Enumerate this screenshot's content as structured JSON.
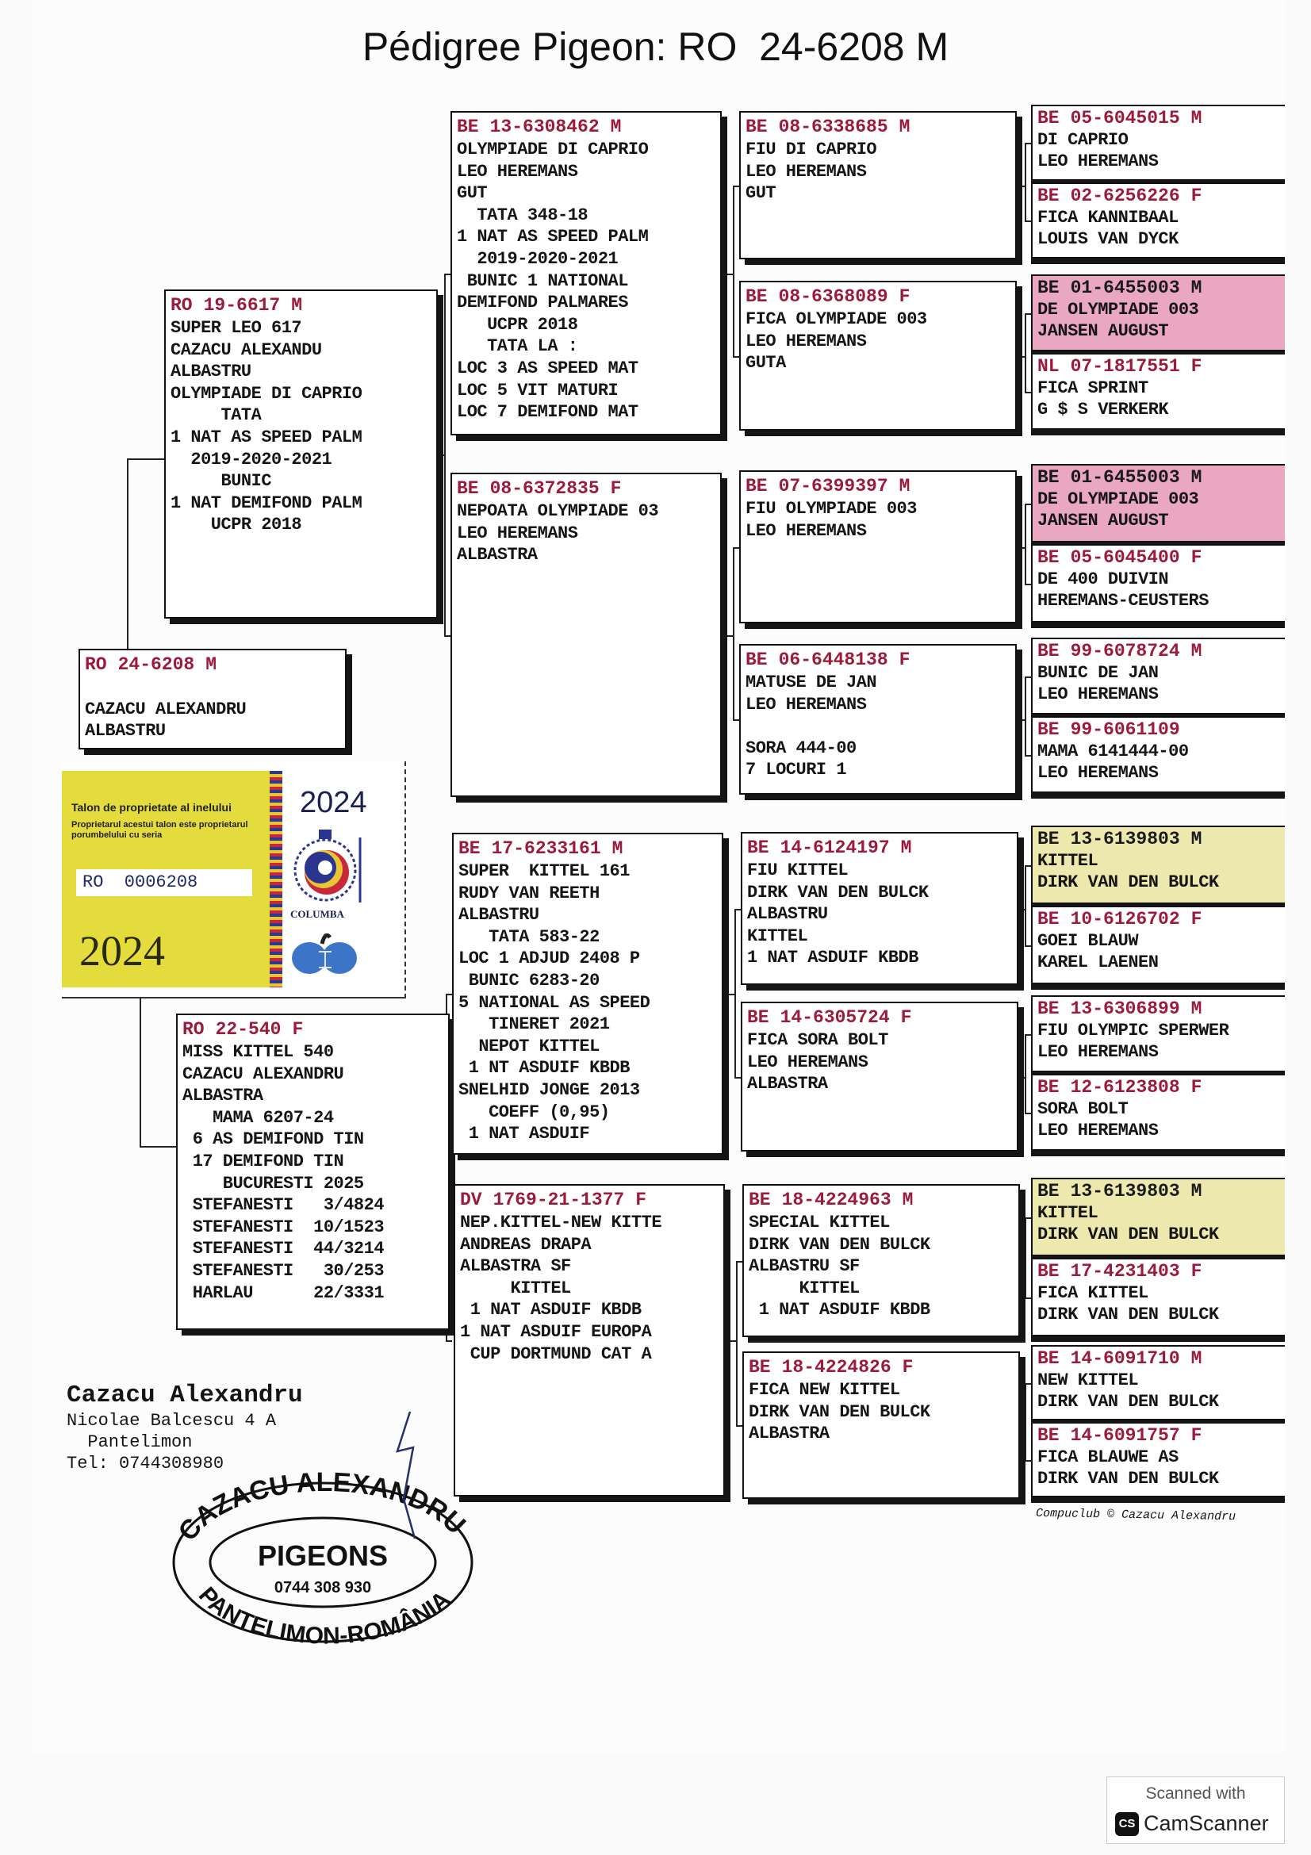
{
  "title": "Pédigree Pigeon: RO  24-6208 M",
  "pedigree": {
    "subject": {
      "country": "RO",
      "ring": "24-6208",
      "sex": "M",
      "lines": [
        "",
        "CAZACU ALEXANDRU",
        "ALBASTRU"
      ]
    },
    "sire": {
      "country": "RO",
      "ring": "19-6617",
      "sex": "M",
      "lines": [
        "SUPER LEO 617",
        "CAZACU ALEXANDU",
        "ALBASTRU",
        "OLYMPIADE DI CAPRIO",
        "     TATA",
        "1 NAT AS SPEED PALM",
        "  2019-2020-2021",
        "     BUNIC",
        "1 NAT DEMIFOND PALM",
        "    UCPR 2018"
      ]
    },
    "dam": {
      "country": "RO",
      "ring": "22-540",
      "sex": "F",
      "lines": [
        "MISS KITTEL 540",
        "CAZACU ALEXANDRU",
        "ALBASTRA",
        "   MAMA 6207-24",
        " 6 AS DEMIFOND TIN",
        " 17 DEMIFOND TIN",
        "    BUCURESTI 2025",
        " STEFANESTI   3/4824",
        " STEFANESTI  10/1523",
        " STEFANESTI  44/3214",
        " STEFANESTI   30/253",
        " HARLAU      22/3331"
      ]
    },
    "gen3": [
      {
        "country": "BE",
        "ring": "13-6308462",
        "sex": "M",
        "lines": [
          "OLYMPIADE DI CAPRIO",
          "LEO HEREMANS",
          "GUT",
          "  TATA 348-18",
          "1 NAT AS SPEED PALM",
          "  2019-2020-2021",
          " BUNIC 1 NATIONAL",
          "DEMIFOND PALMARES",
          "   UCPR 2018",
          "   TATA LA :",
          "LOC 3 AS SPEED MAT",
          "LOC 5 VIT MATURI",
          "LOC 7 DEMIFOND MAT"
        ]
      },
      {
        "country": "BE",
        "ring": "08-6372835",
        "sex": "F",
        "lines": [
          "NEPOATA OLYMPIADE 03",
          "LEO HEREMANS",
          "ALBASTRA"
        ]
      },
      {
        "country": "BE",
        "ring": "17-6233161",
        "sex": "M",
        "lines": [
          "SUPER  KITTEL 161",
          "RUDY VAN REETH",
          "ALBASTRU",
          "   TATA 583-22",
          "LOC 1 ADJUD 2408 P",
          " BUNIC 6283-20",
          "5 NATIONAL AS SPEED",
          "   TINERET 2021",
          "  NEPOT KITTEL",
          " 1 NT ASDUIF KBDB",
          "SNELHID JONGE 2013",
          "   COEFF (0,95)",
          " 1 NAT ASDUIF"
        ]
      },
      {
        "country": "DV",
        "ring": "1769-21-1377",
        "sex": "F",
        "lines": [
          "NEP.KITTEL-NEW KITTE",
          "ANDREAS DRAPA",
          "ALBASTRA SF",
          "     KITTEL",
          " 1 NAT ASDUIF KBDB",
          "1 NAT ASDUIF EUROPA",
          " CUP DORTMUND CAT A"
        ]
      }
    ],
    "gen4": [
      {
        "country": "BE",
        "ring": "08-6338685",
        "sex": "M",
        "lines": [
          "FIU DI CAPRIO",
          "LEO HEREMANS",
          "GUT"
        ]
      },
      {
        "country": "BE",
        "ring": "08-6368089",
        "sex": "F",
        "lines": [
          "FICA OLYMPIADE 003",
          "LEO HEREMANS",
          "GUTA"
        ]
      },
      {
        "country": "BE",
        "ring": "07-6399397",
        "sex": "M",
        "lines": [
          "FIU OLYMPIADE 003",
          "LEO HEREMANS"
        ]
      },
      {
        "country": "BE",
        "ring": "06-6448138",
        "sex": "F",
        "lines": [
          "MATUSE DE JAN",
          "LEO HEREMANS",
          "",
          "SORA 444-00",
          "7 LOCURI 1"
        ]
      },
      {
        "country": "BE",
        "ring": "14-6124197",
        "sex": "M",
        "lines": [
          "FIU KITTEL",
          "DIRK VAN DEN BULCK",
          "ALBASTRU",
          "KITTEL",
          "1 NAT ASDUIF KBDB"
        ]
      },
      {
        "country": "BE",
        "ring": "14-6305724",
        "sex": "F",
        "lines": [
          "FICA SORA BOLT",
          "LEO HEREMANS",
          "ALBASTRA"
        ]
      },
      {
        "country": "BE",
        "ring": "18-4224963",
        "sex": "M",
        "lines": [
          "SPECIAL KITTEL",
          "DIRK VAN DEN BULCK",
          "ALBASTRU SF",
          "     KITTEL",
          " 1 NAT ASDUIF KBDB"
        ]
      },
      {
        "country": "BE",
        "ring": "18-4224826",
        "sex": "F",
        "lines": [
          "FICA NEW KITTEL",
          "DIRK VAN DEN BULCK",
          "ALBASTRA"
        ]
      }
    ],
    "gen5": [
      {
        "country": "BE",
        "ring": "05-6045015",
        "sex": "M",
        "lines": [
          "DI CAPRIO",
          "LEO HEREMANS"
        ]
      },
      {
        "country": "BE",
        "ring": "02-6256226",
        "sex": "F",
        "lines": [
          "FICA KANNIBAAL",
          "LOUIS VAN DYCK"
        ]
      },
      {
        "country": "BE",
        "ring": "01-6455003",
        "sex": "M",
        "lines": [
          "DE OLYMPIADE 003",
          "JANSEN AUGUST"
        ],
        "highlight": "#eaa7c2"
      },
      {
        "country": "NL",
        "ring": "07-1817551",
        "sex": "F",
        "lines": [
          "FICA SPRINT",
          "G $ S VERKERK"
        ]
      },
      {
        "country": "BE",
        "ring": "01-6455003",
        "sex": "M",
        "lines": [
          "DE OLYMPIADE 003",
          "JANSEN AUGUST"
        ],
        "highlight": "#eaa7c2"
      },
      {
        "country": "BE",
        "ring": "05-6045400",
        "sex": "F",
        "lines": [
          "DE 400 DUIVIN",
          "HEREMANS-CEUSTERS"
        ]
      },
      {
        "country": "BE",
        "ring": "99-6078724",
        "sex": "M",
        "lines": [
          "BUNIC DE JAN",
          "LEO HEREMANS"
        ]
      },
      {
        "country": "BE",
        "ring": "99-6061109",
        "sex": "",
        "lines": [
          "MAMA 6141444-00",
          "LEO HEREMANS"
        ]
      },
      {
        "country": "BE",
        "ring": "13-6139803",
        "sex": "M",
        "lines": [
          "KITTEL",
          "DIRK VAN DEN BULCK"
        ],
        "highlight": "#ede8ad"
      },
      {
        "country": "BE",
        "ring": "10-6126702",
        "sex": "F",
        "lines": [
          "GOEI BLAUW",
          "KAREL LAENEN"
        ]
      },
      {
        "country": "BE",
        "ring": "13-6306899",
        "sex": "M",
        "lines": [
          "FIU OLYMPIC SPERWER",
          "LEO HEREMANS"
        ]
      },
      {
        "country": "BE",
        "ring": "12-6123808",
        "sex": "F",
        "lines": [
          "SORA BOLT",
          "LEO HEREMANS"
        ]
      },
      {
        "country": "BE",
        "ring": "13-6139803",
        "sex": "M",
        "lines": [
          "KITTEL",
          "DIRK VAN DEN BULCK"
        ],
        "highlight": "#ede8ad"
      },
      {
        "country": "BE",
        "ring": "17-4231403",
        "sex": "F",
        "lines": [
          "FICA KITTEL",
          "DIRK VAN DEN BULCK"
        ]
      },
      {
        "country": "BE",
        "ring": "14-6091710",
        "sex": "M",
        "lines": [
          "NEW KITTEL",
          "DIRK VAN DEN BULCK"
        ]
      },
      {
        "country": "BE",
        "ring": "14-6091757",
        "sex": "F",
        "lines": [
          "FICA BLAUWE AS",
          "DIRK VAN DEN BULCK"
        ]
      }
    ]
  },
  "talon": {
    "title": "Talon de proprietate al inelului",
    "subtitle": "Proprietarul acestui talon este proprietarul porumbelului cu seria",
    "serial": "RO  0006208",
    "year": "2024",
    "year_right": "2024",
    "logo_text": "COLUMBA"
  },
  "owner": {
    "name": "Cazacu Alexandru",
    "address1": "Nicolae Balcescu 4 A",
    "address2": "  Pantelimon",
    "phone": "Tel: 0744308980"
  },
  "stamp": {
    "top": "CAZACU ALEXANDRU",
    "center": "PIGEONS",
    "phone": "0744 308 930",
    "bottom": "PANTELIMON-ROMÂNIA"
  },
  "credit": "Compuclub © Cazacu Alexandru",
  "scanner": {
    "label": "Scanned with",
    "brand": "CamScanner",
    "icon": "CS"
  },
  "colors": {
    "ring_header": "#9c1a3c",
    "talon_yellow": "#e4dc3c"
  }
}
